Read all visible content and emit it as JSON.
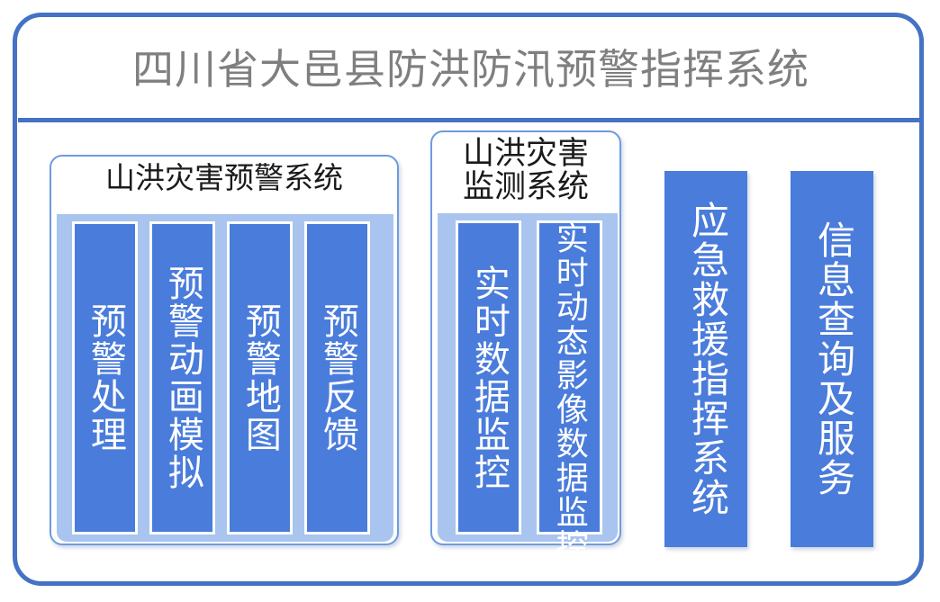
{
  "header": {
    "title": "四川省大邑县防洪防汛预警指挥系统",
    "title_color": "#7F7F7F",
    "rule_color": "#4472C4"
  },
  "theme": {
    "frame_border": "#4472C4",
    "panel_fill": "#A9C4EE",
    "column_fill": "#4A7CDB",
    "column_border": "#FFFFFF",
    "group_border": "#6E9BE0",
    "text_on_column": "#FFFFFF",
    "text_dark": "#1A1A1A"
  },
  "groups": [
    {
      "id": "warning",
      "title": "山洪灾害预警系统",
      "columns": [
        {
          "label": "预警处理"
        },
        {
          "label": "预警动画模拟"
        },
        {
          "label": "预警地图"
        },
        {
          "label": "预警反馈"
        }
      ]
    },
    {
      "id": "monitor",
      "title": "山洪灾害\n监测系统",
      "columns": [
        {
          "label": "实时数据监控"
        },
        {
          "label": "实时动态影像数据监控"
        }
      ]
    }
  ],
  "standalone_columns": [
    {
      "id": "rescue",
      "label": "应急救援指挥系统"
    },
    {
      "id": "info",
      "label": "信息查询及服务"
    }
  ]
}
